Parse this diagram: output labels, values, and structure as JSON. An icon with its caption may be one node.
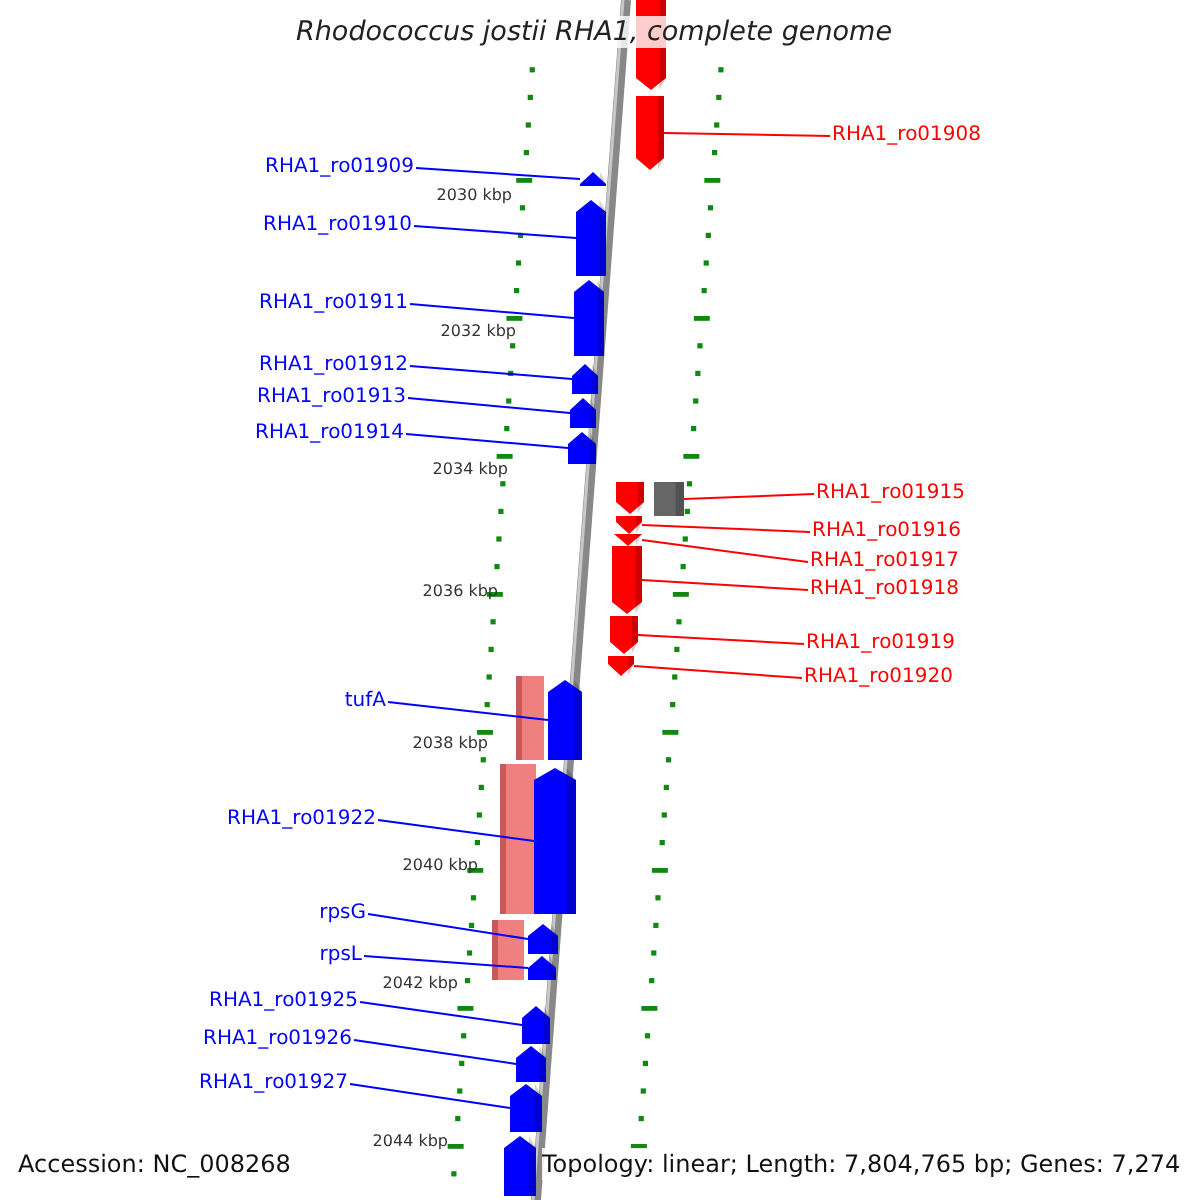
{
  "diagram": {
    "title": "Rhodococcus jostii RHA1, complete genome",
    "nodes": [
      {
        "text": [
          "RHA1_ro01908"
        ]
      },
      {
        "text": [],
        "shape": "pentagon"
      },
      {
        "text": [],
        "shape": "pentagon"
      },
      {
        "text": [
          "RHA1_ro01909"
        ]
      },
      {
        "text": [],
        "shape": "pentagon"
      },
      {
        "text": [
          "RHA1_ro01910"
        ]
      },
      {
        "text": [],
        "shape": "pentagon"
      },
      {
        "text": [
          "RHA1_ro01911"
        ]
      },
      {
        "text": [],
        "shape": "pentagon"
      },
      {
        "text": [
          "RHA1_ro01912"
        ]
      },
      {
        "text": [],
        "shape": "pentagon"
      },
      {
        "text": [
          "RHA1_ro01913"
        ]
      },
      {
        "text": [],
        "shape": "pentagon"
      },
      {
        "text": [
          "RHA1_ro01914"
        ]
      },
      {
        "text": [],
        "shape": "pentagon"
      },
      {
        "text": [
          "RHA1_ro01915"
        ]
      },
      {
        "text": [],
        "shape": "box"
      },
      {
        "text": [],
        "shape": "pentagon"
      },
      {
        "text": [
          "RHA1_ro01916"
        ]
      },
      {
        "text": [],
        "shape": "pentagon"
      },
      {
        "text": [
          "RHA1_ro01917"
        ]
      },
      {
        "text": [],
        "shape": "pentagon"
      },
      {
        "text": [
          "RHA1_ro01918"
        ]
      },
      {
        "text": [],
        "shape": "pentagon"
      },
      {
        "text": [
          "RHA1_ro01919"
        ]
      },
      {
        "text": [],
        "shape": "pentagon"
      },
      {
        "text": [
          "RHA1_ro01920"
        ]
      },
      {
        "text": [],
        "shape": "pentagon"
      },
      {
        "text": [
          "tufA"
        ]
      },
      {
        "text": [],
        "shape": "pentagon"
      },
      {
        "text": [
          "RHA1_ro01922"
        ]
      },
      {
        "text": [],
        "shape": "pentagon"
      },
      {
        "text": [
          "rpsG"
        ]
      },
      {
        "text": [],
        "shape": "pentagon"
      },
      {
        "text": [
          "rpsL"
        ]
      },
      {
        "text": [],
        "shape": "pentagon"
      },
      {
        "text": [
          "RHA1_ro01925"
        ]
      },
      {
        "text": [],
        "shape": "pentagon"
      },
      {
        "text": [
          "RHA1_ro01926"
        ]
      },
      {
        "text": [],
        "shape": "pentagon"
      },
      {
        "text": [
          "RHA1_ro01927"
        ]
      },
      {
        "text": [],
        "shape": "pentagon"
      },
      {
        "text": [],
        "shape": "pentagon"
      }
    ],
    "edges": [
      {
        "from": 0,
        "to": 2,
        "arrow": "none",
        "color": "#ff0000"
      },
      {
        "from": 3,
        "to": 4,
        "arrow": "none"
      },
      {
        "from": 5,
        "to": 6,
        "arrow": "none"
      },
      {
        "from": 7,
        "to": 8,
        "arrow": "none"
      },
      {
        "from": 9,
        "to": 10,
        "arrow": "none"
      },
      {
        "from": 11,
        "to": 12,
        "arrow": "none"
      },
      {
        "from": 13,
        "to": 14,
        "arrow": "none"
      },
      {
        "from": 15,
        "to": 16,
        "arrow": "none",
        "color": "#ff0000"
      },
      {
        "from": 18,
        "to": 19,
        "arrow": "none",
        "color": "#ff0000"
      },
      {
        "from": 20,
        "to": 21,
        "arrow": "none",
        "color": "#ff0000"
      },
      {
        "from": 22,
        "to": 23,
        "arrow": "none",
        "color": "#ff0000"
      },
      {
        "from": 24,
        "to": 25,
        "arrow": "none",
        "color": "#ff0000"
      },
      {
        "from": 26,
        "to": 27,
        "arrow": "none",
        "color": "#ff0000"
      },
      {
        "from": 28,
        "to": 29,
        "arrow": "none"
      },
      {
        "from": 30,
        "to": 31,
        "arrow": "none"
      },
      {
        "from": 32,
        "to": 33,
        "arrow": "none"
      },
      {
        "from": 34,
        "to": 35,
        "arrow": "none"
      },
      {
        "from": 36,
        "to": 37,
        "arrow": "none"
      },
      {
        "from": 38,
        "to": 39,
        "arrow": "none"
      },
      {
        "from": 40,
        "to": 41,
        "arrow": "none"
      }
    ],
    "labels": [
      "2030 kbp",
      "2032 kbp",
      "2034 kbp",
      "2036 kbp",
      "2038 kbp",
      "2040 kbp",
      "2042 kbp",
      "2044 kbp",
      "Accession: NC_008268",
      "Topology: linear; Length: 7,804,765 bp; Genes: 7,274"
    ]
  }
}
